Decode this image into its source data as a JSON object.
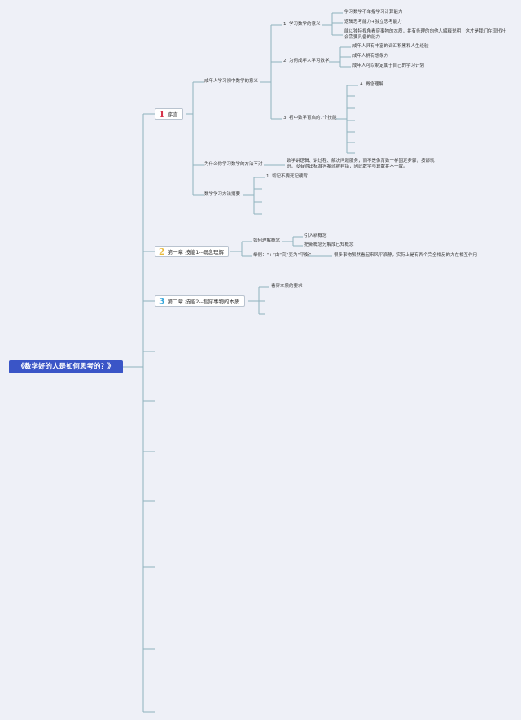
{
  "root": {
    "title": "《数学好的人是如何思考的？》"
  },
  "preface": {
    "number": "1",
    "number_color": "#d6344b",
    "label": "序言",
    "reasons": {
      "label": "成年人学习初中数学的意义",
      "meaning": {
        "label": "1. 学习数学的意义",
        "items": [
          "学习数学不单指学习计算能力",
          "逻辑思考能力+独立思考能力",
          "能以独特视角看穿事物的本质，并有条理的向他人解释说明，这才是我们在现代社会需要具备的能力"
        ]
      },
      "why_adults": {
        "label": "2. 为何成年人学习数学",
        "items": [
          "成年人具有丰富的词汇积累和人生经验",
          "成年人拥有想象力",
          "成年人可以制定属于自己的学习计划"
        ]
      },
      "seven_skills": {
        "label": "3. 初中数学育启的7个技能",
        "first": "A. 概念理解"
      }
    },
    "why_method": {
      "label": "为什么你学习数学的方法不对",
      "desc": "数学讲逻辑、讲过程、解决问题服务，而不是像背数一样固定步骤，按部就班，没有得出标准答案就被判错，因此数学与算数并不一致。"
    },
    "tips": {
      "label": "数学学习方法摘要",
      "first": "1. 切记不要死记硬背"
    }
  },
  "chapter1": {
    "number": "2",
    "number_color": "#e8b93a",
    "label": "第一章 技能1--概念理解",
    "how": {
      "label": "如何理解概念",
      "items": [
        "引入新概念",
        "把新概念分解成已知概念"
      ]
    },
    "example": {
      "label": "举例：“+”由“突”变为“平衡”",
      "desc": "很多事物虽然看起来风平浪静，实际上是有两个完全相反的力在相互作用"
    }
  },
  "chapter2": {
    "number": "3",
    "number_color": "#2fa3d9",
    "label": "第二章 技能2--看穿事物的本质",
    "first": "看穿本质的要求"
  }
}
